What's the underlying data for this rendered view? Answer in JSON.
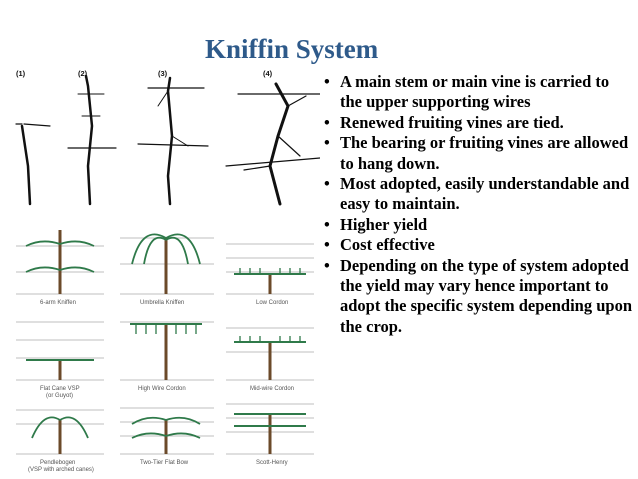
{
  "slide": {
    "title": "Kniffin System",
    "figure_labels": [
      "(1)",
      "(2)",
      "(3)",
      "(4)"
    ],
    "captions": [
      "6-arm Kniffen",
      "Umbrella Kniffen",
      "Low Cordon",
      "Flat Cane VSP",
      "(or Guyot)",
      "High Wire Cordon",
      "Mid-wire Cordon",
      "Pendlebogen",
      "(VSP with arched canes)",
      "Two-Tier Flat Bow",
      "Scott-Henry"
    ],
    "bullets": [
      "A main stem or main vine  is carried to the upper supporting wires",
      "Renewed fruiting vines are tied.",
      "The bearing or fruiting vines are allowed to hang down.",
      "Most adopted, easily understandable and easy to maintain.",
      "Higher yield",
      "Cost effective",
      "Depending on the type of system adopted the yield may vary hence important to adopt the specific system depending upon the crop."
    ]
  }
}
